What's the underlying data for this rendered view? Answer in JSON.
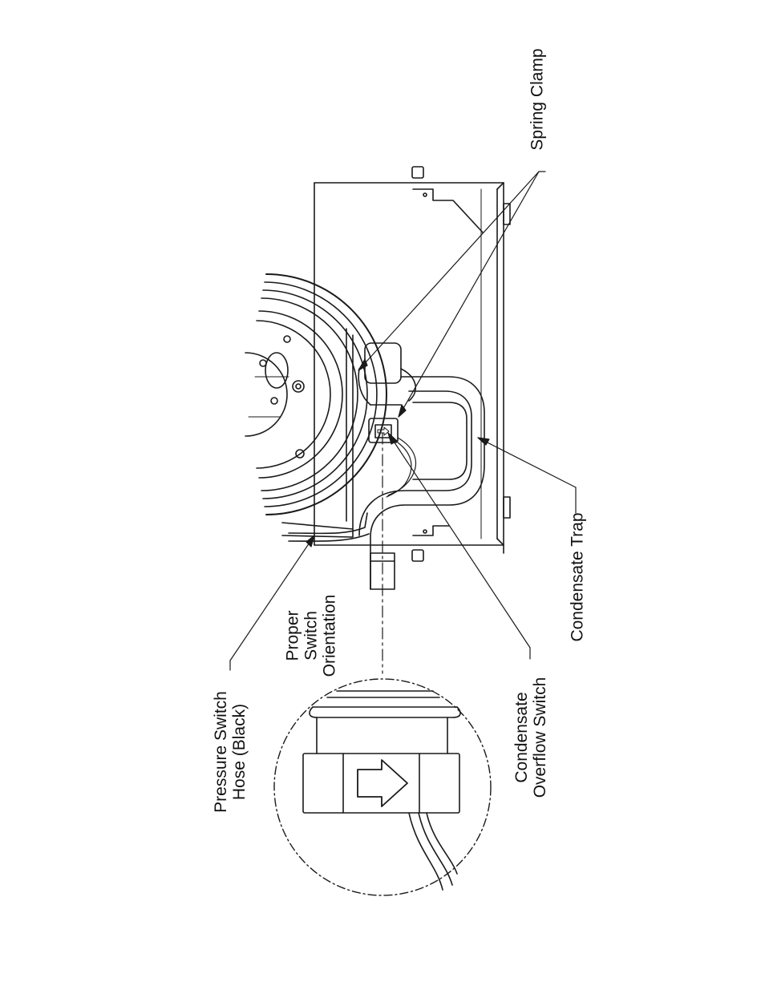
{
  "labels": {
    "spring_clamp": "Spring Clamp",
    "pressure_switch_hose": [
      "Pressure Switch",
      "Hose (Black)"
    ],
    "proper_switch_orientation": [
      "Proper",
      "Switch",
      "Orientation"
    ],
    "condensate_overflow_switch": [
      "Condensate",
      "Overflow Switch"
    ],
    "condensate_trap": "Condensate Trap"
  },
  "colors": {
    "line": "#1a1a1a",
    "background": "#ffffff"
  },
  "icons": {
    "switch_arrow": "arrow-right-icon"
  }
}
